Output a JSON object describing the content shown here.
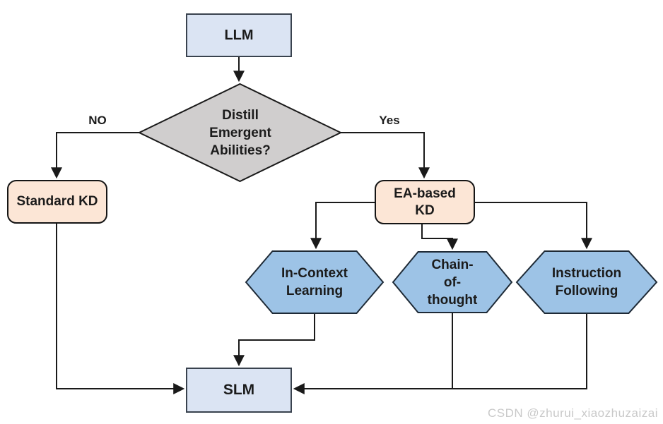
{
  "diagram": {
    "title": "LLM knowledge distillation decision flowchart",
    "nodes": {
      "llm": {
        "label": "LLM",
        "shape": "rectangle"
      },
      "decision": {
        "label": "Distill\nEmergent\nAbilities?",
        "shape": "diamond"
      },
      "standard_kd": {
        "label": "Standard KD",
        "shape": "rounded-rectangle"
      },
      "ea_based_kd": {
        "label": "EA-based\nKD",
        "shape": "rounded-rectangle"
      },
      "in_context_learning": {
        "label": "In-Context\nLearning",
        "shape": "hexagon"
      },
      "chain_of_thought": {
        "label": "Chain-\nof-\nthought",
        "shape": "hexagon"
      },
      "instruction_following": {
        "label": "Instruction\nFollowing",
        "shape": "hexagon"
      },
      "slm": {
        "label": "SLM",
        "shape": "rectangle"
      }
    },
    "edge_labels": {
      "no": "NO",
      "yes": "Yes"
    },
    "edges": [
      "LLM -> Distill Emergent Abilities?",
      "Distill Emergent Abilities? -NO-> Standard KD",
      "Distill Emergent Abilities? -Yes-> EA-based KD",
      "EA-based KD -> In-Context Learning",
      "EA-based KD -> Chain-of-thought",
      "EA-based KD -> Instruction Following",
      "In-Context Learning -> SLM",
      "Chain-of-thought -> SLM",
      "Instruction Following -> SLM",
      "Standard KD -> SLM"
    ],
    "colors": {
      "background": "#ffffff",
      "rect_fill": "#dbe4f3",
      "rect_border": "#39424e",
      "decision_fill": "#d0cece",
      "decision_border": "#1a1a1a",
      "kd_fill": "#fce6d6",
      "kd_border": "#151515",
      "hexagon_fill": "#9dc3e6",
      "hexagon_border": "#1e2a36",
      "line": "#1a1a1a",
      "text": "#1b1b1b"
    }
  },
  "watermark": {
    "text": "CSDN @zhurui_xiaozhuzaizai",
    "color": "#c9c9c9"
  }
}
